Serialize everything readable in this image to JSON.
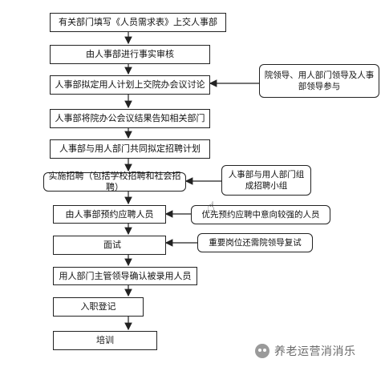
{
  "steps": [
    "有关部门填写《人员需求表》上交人事部",
    "由人事部进行事实审核",
    "人事部拟定用人计划上交院办会议讨论",
    "人事部将院办公会议结果告知相关部门",
    "人事部与用人部门共同拟定招聘计划",
    "实施招聘（包括学校招聘和社会招聘）",
    "由人事部预约应聘人员",
    "面试",
    "用人部门主管领导确认被录用人员",
    "入职登记",
    "培训"
  ],
  "side_notes": {
    "leaders": "院领导、用人部门领导及人事部领导参与",
    "team": "人事部与用人部门组成招聘小组",
    "priority": "优先预约应聘中意向较强的人员",
    "retest": "重要岗位还需院领导复试"
  },
  "watermark": "养老运营消消乐",
  "icons": {
    "cursor": "hand-cursor-icon",
    "watermark_logo": "wechat-icon"
  }
}
